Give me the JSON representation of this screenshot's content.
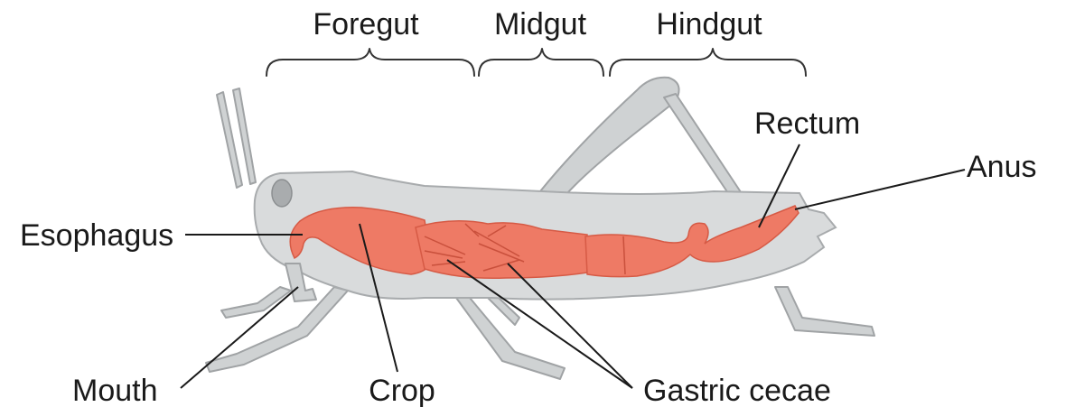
{
  "diagram": {
    "regions": {
      "foregut": "Foregut",
      "midgut": "Midgut",
      "hindgut": "Hindgut"
    },
    "labels": {
      "esophagus": "Esophagus",
      "mouth": "Mouth",
      "crop": "Crop",
      "gastric_cecae": "Gastric cecae",
      "rectum": "Rectum",
      "anus": "Anus"
    }
  },
  "colors": {
    "gut": "#ee7a65",
    "body": "#d9dbdc",
    "text": "#1a1a1a"
  }
}
